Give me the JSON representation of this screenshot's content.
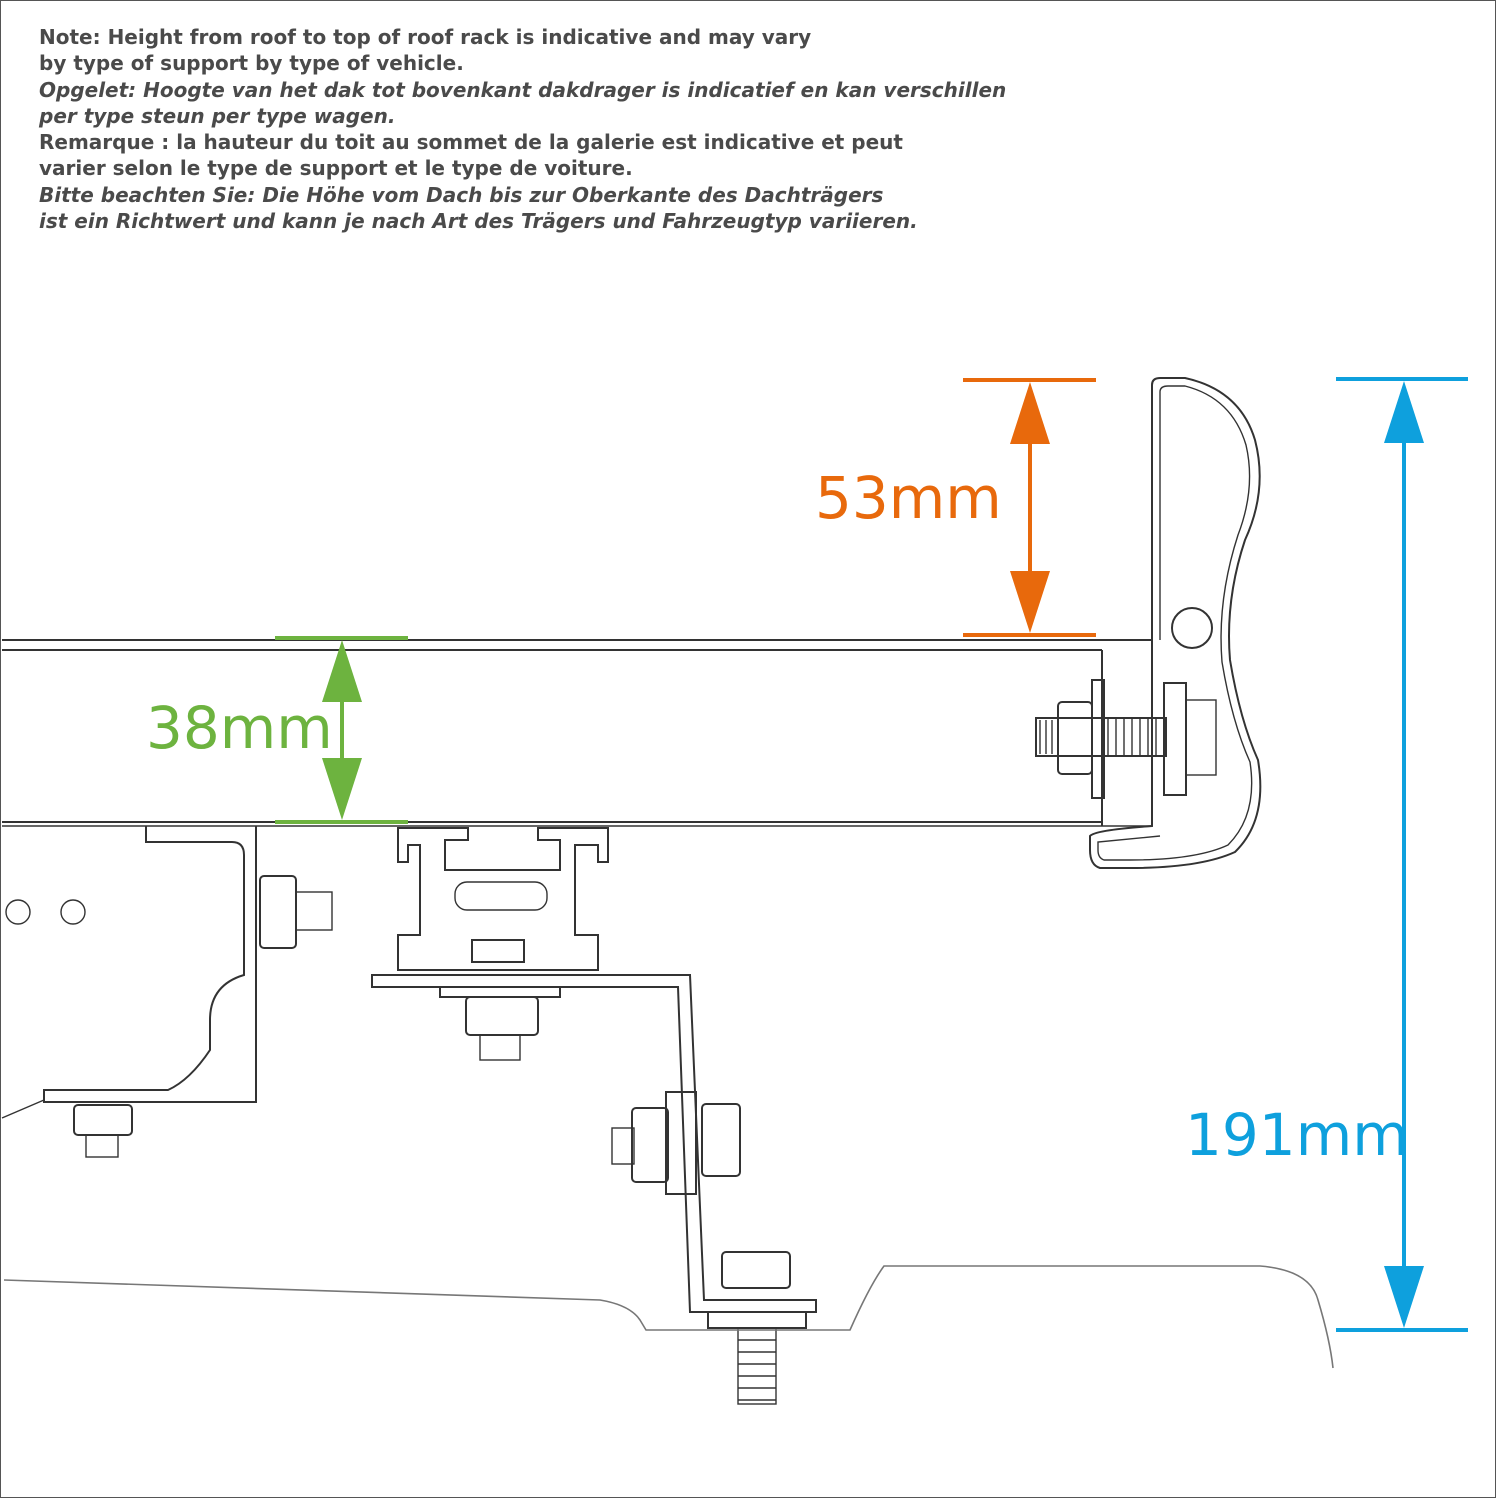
{
  "notes": [
    {
      "text": "Note: Height from roof to top of roof rack is indicative and may vary",
      "italic": false
    },
    {
      "text": "by type of support by type of vehicle.",
      "italic": false
    },
    {
      "text": "Opgelet: Hoogte van het dak tot bovenkant dakdrager is indicatief en kan verschillen",
      "italic": true
    },
    {
      "text": "per type steun per type wagen.",
      "italic": true
    },
    {
      "text": "Remarque : la hauteur du toit au sommet de la galerie est indicative et peut",
      "italic": false
    },
    {
      "text": "varier selon le type de support et le type de voiture.",
      "italic": false
    },
    {
      "text": "Bitte beachten Sie: Die Höhe vom Dach bis zur Oberkante des Dachträgers",
      "italic": true
    },
    {
      "text": "ist ein Richtwert und kann je nach Art des Trägers und Fahrzeugtyp variieren.",
      "italic": true
    }
  ],
  "dimensions": {
    "rack_to_bar_top": {
      "label": "53mm",
      "color": "#E8690C"
    },
    "bar_height": {
      "label": "38mm",
      "color": "#6DB33F"
    },
    "roof_to_rack_top": {
      "label": "191mm",
      "color": "#0EA0DD"
    }
  }
}
